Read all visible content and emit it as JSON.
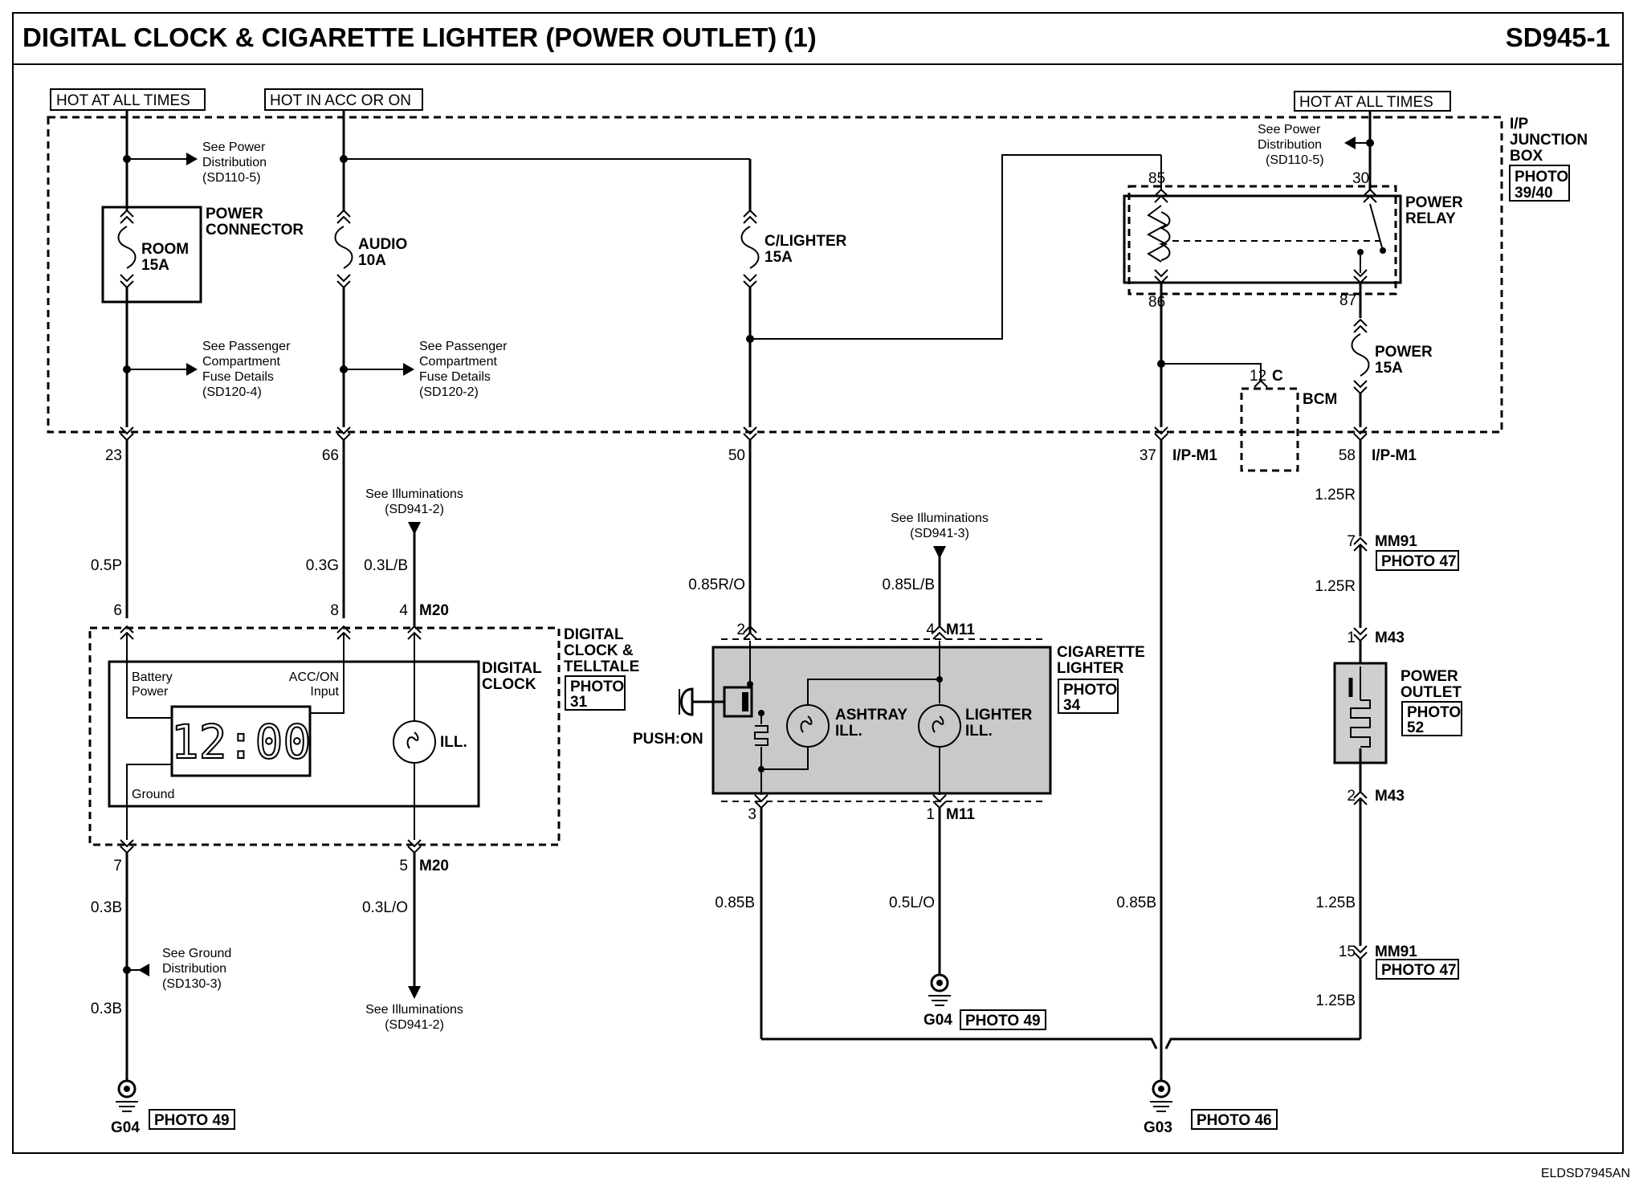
{
  "title": "DIGITAL CLOCK & CIGARETTE LIGHTER (POWER OUTLET) (1)",
  "code": "SD945-1",
  "footer_code": "ELDSD7945AN",
  "supply": {
    "hot_all_1": "HOT AT ALL TIMES",
    "hot_acc": "HOT IN ACC OR ON",
    "hot_all_2": "HOT AT ALL TIMES"
  },
  "junction_box": {
    "l1": "I/P",
    "l2": "JUNCTION",
    "l3": "BOX",
    "photo1": "PHOTO",
    "photo2": "39/40"
  },
  "refs": {
    "power_dist_l1": "See Power",
    "power_dist_l2": "Distribution",
    "power_dist_l3": "(SD110-5)",
    "power_dist_r1": "See Power",
    "power_dist_r2": "Distribution",
    "power_dist_r3": "(SD110-5)",
    "pass1_l1": "See Passenger",
    "pass1_l2": "Compartment",
    "pass1_l3": "Fuse Details",
    "pass1_l4": "(SD120-4)",
    "pass2_l1": "See Passenger",
    "pass2_l2": "Compartment",
    "pass2_l3": "Fuse Details",
    "pass2_l4": "(SD120-2)",
    "illum1_l1": "See Illuminations",
    "illum1_l2": "(SD941-2)",
    "illum2_l1": "See Illuminations",
    "illum2_l2": "(SD941-3)",
    "illum3_l1": "See Illuminations",
    "illum3_l2": "(SD941-2)",
    "gnd_l1": "See Ground",
    "gnd_l2": "Distribution",
    "gnd_l3": "(SD130-3)"
  },
  "fuses": {
    "room_l1": "ROOM",
    "room_l2": "15A",
    "power_conn_l1": "POWER",
    "power_conn_l2": "CONNECTOR",
    "audio_l1": "AUDIO",
    "audio_l2": "10A",
    "clighter_l1": "C/LIGHTER",
    "clighter_l2": "15A",
    "power_l1": "POWER",
    "power_l2": "15A"
  },
  "relay": {
    "l1": "POWER",
    "l2": "RELAY",
    "pin85": "85",
    "pin30": "30",
    "pin86": "86",
    "pin87": "87"
  },
  "bcm": {
    "label": "BCM",
    "pin": "12",
    "conn": "C"
  },
  "pins": {
    "p23": "23",
    "p66": "66",
    "p50": "50",
    "p37": "37",
    "p58": "58",
    "ipm1_a": "I/P-M1",
    "ipm1_b": "I/P-M1",
    "c6": "6",
    "c8": "8",
    "c4": "4",
    "m20_a": "M20",
    "c7": "7",
    "c5": "5",
    "m20_b": "M20",
    "l2": "2",
    "l4": "4",
    "m11_a": "M11",
    "l3": "3",
    "l1": "1",
    "m11_b": "M11",
    "mm91_a_pin": "7",
    "mm91_a": "MM91",
    "m43_a_pin": "1",
    "m43_a": "M43",
    "m43_b_pin": "2",
    "m43_b": "M43",
    "mm91_b_pin": "15",
    "mm91_b": "MM91"
  },
  "wires": {
    "w_05p": "0.5P",
    "w_03g": "0.3G",
    "w_03lb": "0.3L/B",
    "w_03b_1": "0.3B",
    "w_03b_2": "0.3B",
    "w_03lo": "0.3L/O",
    "w_085ro": "0.85R/O",
    "w_085lb": "0.85L/B",
    "w_085b_1": "0.85B",
    "w_05lo": "0.5L/O",
    "w_085b_2": "0.85B",
    "w_125r_1": "1.25R",
    "w_125r_2": "1.25R",
    "w_125b_1": "1.25B",
    "w_125b_2": "1.25B"
  },
  "clock": {
    "module_l1": "DIGITAL",
    "module_l2": "CLOCK &",
    "module_l3": "TELLTALE",
    "photo_l1": "PHOTO",
    "photo_l2": "31",
    "name_l1": "DIGITAL",
    "name_l2": "CLOCK",
    "battery_l1": "Battery",
    "battery_l2": "Power",
    "acc_l1": "ACC/ON",
    "acc_l2": "Input",
    "ground": "Ground",
    "display": "12:00",
    "ill": "ILL."
  },
  "lighter": {
    "name_l1": "CIGARETTE",
    "name_l2": "LIGHTER",
    "photo_l1": "PHOTO",
    "photo_l2": "34",
    "push": "PUSH:ON",
    "ashtray_l1": "ASHTRAY",
    "ashtray_l2": "ILL.",
    "lighterill_l1": "LIGHTER",
    "lighterill_l2": "ILL."
  },
  "outlet": {
    "l1": "POWER",
    "l2": "OUTLET",
    "photo_l1": "PHOTO",
    "photo_l2": "52"
  },
  "grounds": {
    "g04_a": "G04",
    "g04_a_photo": "PHOTO 49",
    "g04_b": "G04",
    "g04_b_photo": "PHOTO 49",
    "g03": "G03",
    "g03_photo": "PHOTO 46"
  },
  "photos": {
    "mm91_a": "PHOTO 47",
    "mm91_b": "PHOTO 47"
  }
}
